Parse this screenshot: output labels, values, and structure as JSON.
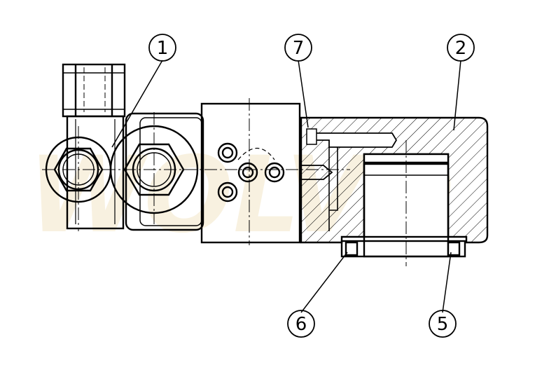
{
  "watermark": "WOLVO",
  "callouts": [
    {
      "id": "1",
      "label": "1"
    },
    {
      "id": "2",
      "label": "2"
    },
    {
      "id": "5",
      "label": "5"
    },
    {
      "id": "6",
      "label": "6"
    },
    {
      "id": "7",
      "label": "7"
    }
  ],
  "colors": {
    "line": "#000000",
    "background": "#ffffff",
    "watermark": "#f3e6c8"
  }
}
